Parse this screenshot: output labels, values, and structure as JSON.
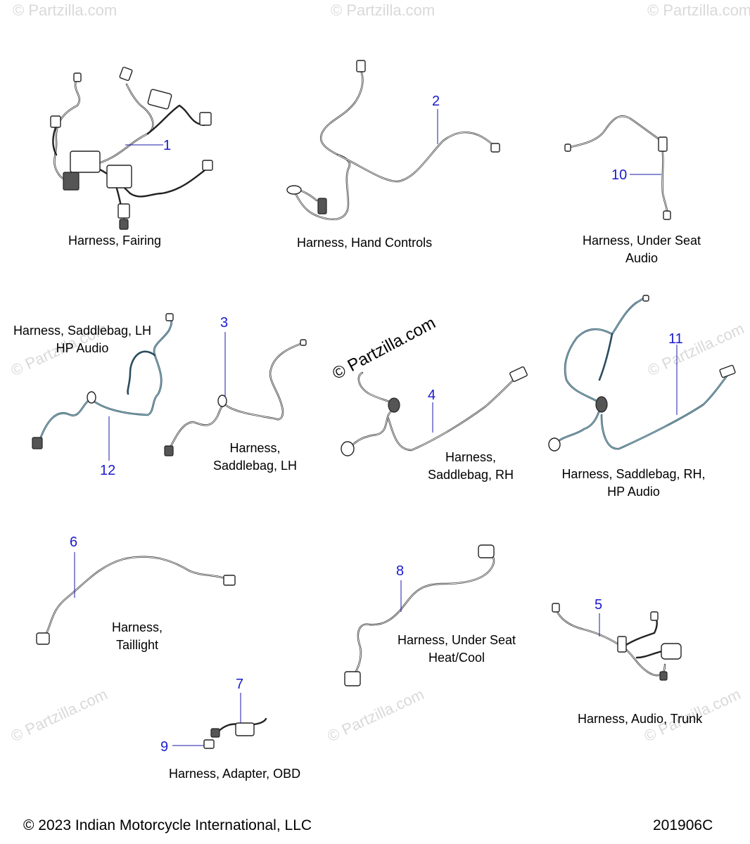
{
  "watermark": {
    "brand": "© Partzilla.com"
  },
  "callouts": {
    "c1": "1",
    "c2": "2",
    "c3": "3",
    "c4": "4",
    "c5": "5",
    "c6": "6",
    "c7": "7",
    "c8": "8",
    "c9": "9",
    "c10": "10",
    "c11": "11",
    "c12": "12"
  },
  "captions": {
    "fairing": "Harness, Fairing",
    "hand_controls": "Harness, Hand Controls",
    "under_seat_audio_l1": "Harness, Under Seat",
    "under_seat_audio_l2": "Audio",
    "saddlebag_lh_hp_l1": "Harness, Saddlebag, LH",
    "saddlebag_lh_hp_l2": "HP Audio",
    "saddlebag_lh_l1": "Harness,",
    "saddlebag_lh_l2": "Saddlebag, LH",
    "saddlebag_rh_l1": "Harness,",
    "saddlebag_rh_l2": "Saddlebag, RH",
    "saddlebag_rh_hp_l1": "Harness, Saddlebag, RH,",
    "saddlebag_rh_hp_l2": "HP Audio",
    "taillight_l1": "Harness,",
    "taillight_l2": "Taillight",
    "under_seat_heat_l1": "Harness, Under Seat",
    "under_seat_heat_l2": "Heat/Cool",
    "audio_trunk": "Harness, Audio, Trunk",
    "adapter_obd": "Harness, Adapter, OBD"
  },
  "footer": {
    "copyright": "© 2023 Indian Motorcycle International, LLC",
    "diagram_id": "201906C"
  }
}
